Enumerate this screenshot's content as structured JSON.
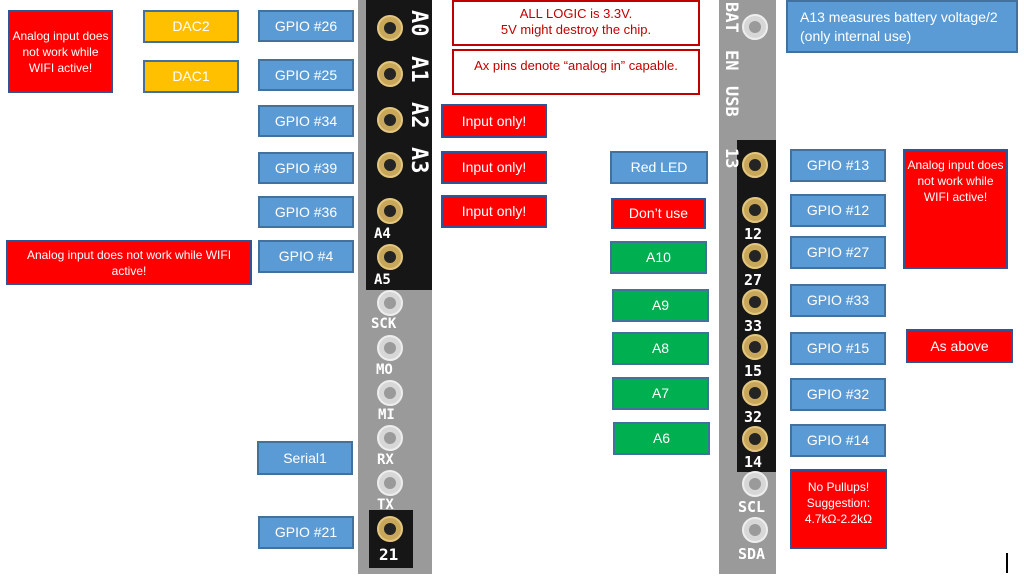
{
  "left_labels": {
    "gpio26": "GPIO #26",
    "gpio25": "GPIO #25",
    "gpio34": "GPIO #34",
    "gpio39": "GPIO #39",
    "gpio36": "GPIO #36",
    "gpio4": "GPIO #4",
    "serial1": "Serial1",
    "gpio21": "GPIO #21",
    "dac2": "DAC2",
    "dac1": "DAC1"
  },
  "left_warnings": {
    "wifi_top": "Analog input does not work while WIFI active!",
    "wifi_gpio4": "Analog input does not work while WIFI active!",
    "input_only": "Input only!"
  },
  "notes": {
    "logic_line1": "ALL LOGIC is 3.3V.",
    "logic_line2": "5V might destroy the chip.",
    "analog_pins": "Ax pins denote “analog in” capable.",
    "battery": "A13 measures battery voltage/2 (only internal use)"
  },
  "right_labels": {
    "gpio13": "GPIO #13",
    "gpio12": "GPIO #12",
    "gpio27": "GPIO #27",
    "gpio33": "GPIO #33",
    "gpio15": "GPIO #15",
    "gpio32": "GPIO #32",
    "gpio14": "GPIO #14"
  },
  "middle_labels": {
    "red_led": "Red LED",
    "dont_use": "Don’t use",
    "a10": "A10",
    "a9": "A9",
    "a8": "A8",
    "a7": "A7",
    "a6": "A6"
  },
  "right_warnings": {
    "wifi": "Analog input does not work while WIFI active!",
    "as_above": "As above",
    "pullups_line1": "No Pullups!",
    "pullups_line2": "Suggestion:",
    "pullups_line3": "4.7kΩ-2.2kΩ"
  },
  "left_silkscreen": {
    "a0": "A0",
    "a1": "A1",
    "a2": "A2",
    "a3": "A3",
    "a4": "A4",
    "a5": "A5",
    "sck": "SCK",
    "mo": "MO",
    "mi": "MI",
    "rx": "RX",
    "tx": "TX",
    "p21": "21"
  },
  "right_silkscreen": {
    "bat": "BAT",
    "en": "EN",
    "usb": "USB",
    "p13": "13",
    "p12": "12",
    "p27": "27",
    "p33": "33",
    "p15": "15",
    "p32": "32",
    "p14": "14",
    "scl": "SCL",
    "sda": "SDA"
  },
  "colors": {
    "gpio_box": "#5b9bd5",
    "warning": "#ff0000",
    "dac": "#ffc000",
    "analog": "#00b050",
    "note_text": "#c00000",
    "board": "#9a9a9a",
    "pcb": "#161616",
    "pad": "#c9a75a"
  }
}
